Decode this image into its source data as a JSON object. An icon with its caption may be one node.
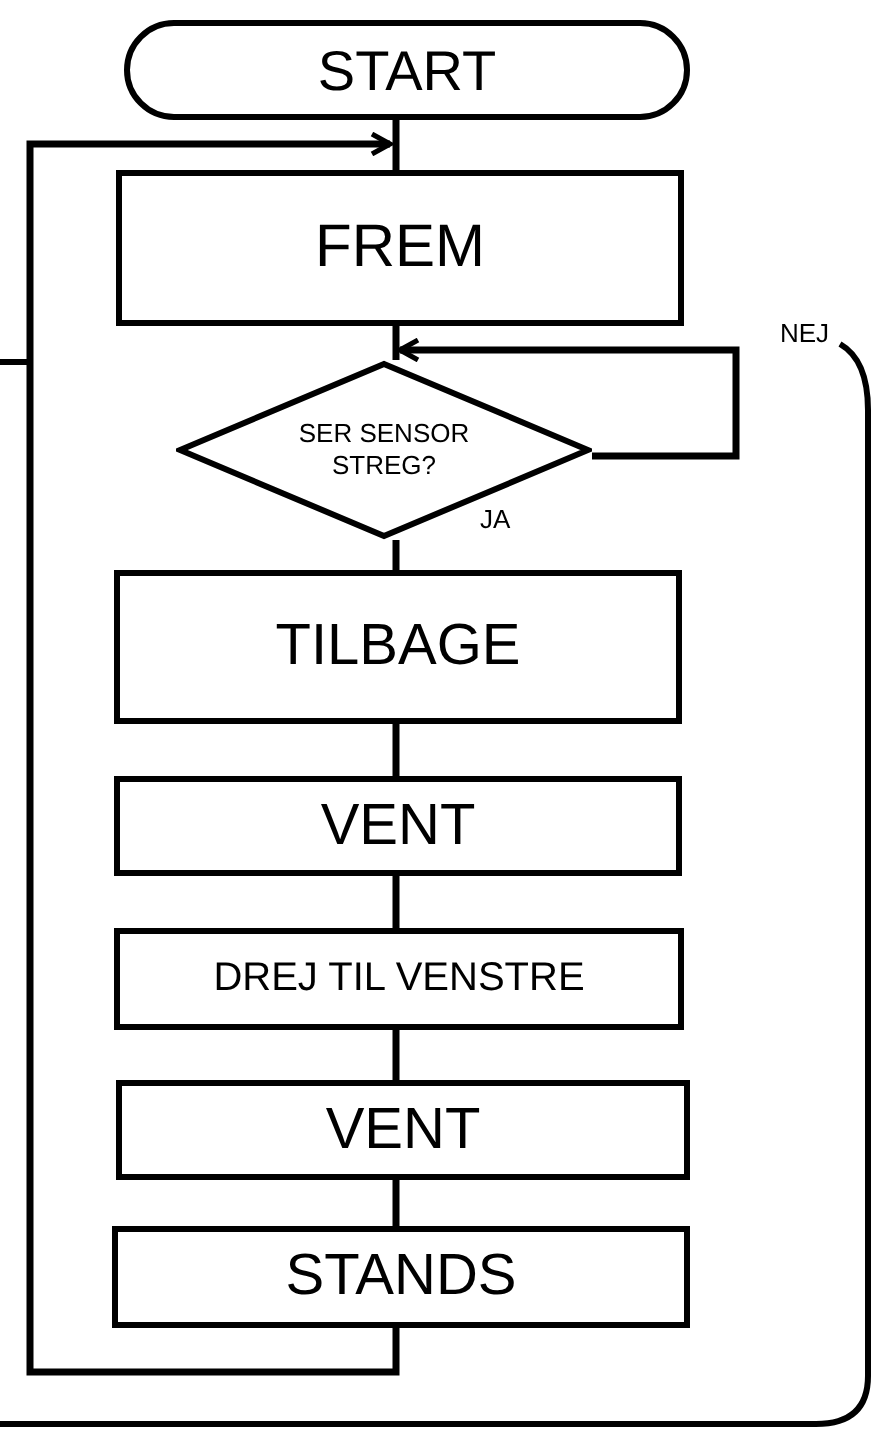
{
  "diagram": {
    "nodes": [
      {
        "text": [
          "START"
        ]
      },
      {
        "text": [
          "FREM"
        ]
      },
      {
        "text": [
          "SER SENSOR STREG?"
        ]
      },
      {
        "text": [
          "TILBAGE"
        ]
      },
      {
        "text": [
          "VENT"
        ]
      },
      {
        "text": [
          "DREJ TIL VENSTRE"
        ]
      },
      {
        "text": [
          "VENT"
        ]
      },
      {
        "text": [
          "STANDS"
        ]
      }
    ],
    "edges": [
      {
        "from": 0,
        "to": 1,
        "arrow": "none"
      },
      {
        "from": 1,
        "to": 2,
        "arrow": "none"
      },
      {
        "from": 2,
        "to": 2,
        "arrow": "to",
        "label": "NEJ"
      },
      {
        "from": 2,
        "to": 3,
        "arrow": "none",
        "label": "JA"
      },
      {
        "from": 3,
        "to": 4,
        "arrow": "none"
      },
      {
        "from": 4,
        "to": 5,
        "arrow": "none"
      },
      {
        "from": 5,
        "to": 6,
        "arrow": "none"
      },
      {
        "from": 6,
        "to": 7,
        "arrow": "none"
      },
      {
        "from": 7,
        "to": 1,
        "arrow": "to"
      }
    ]
  }
}
